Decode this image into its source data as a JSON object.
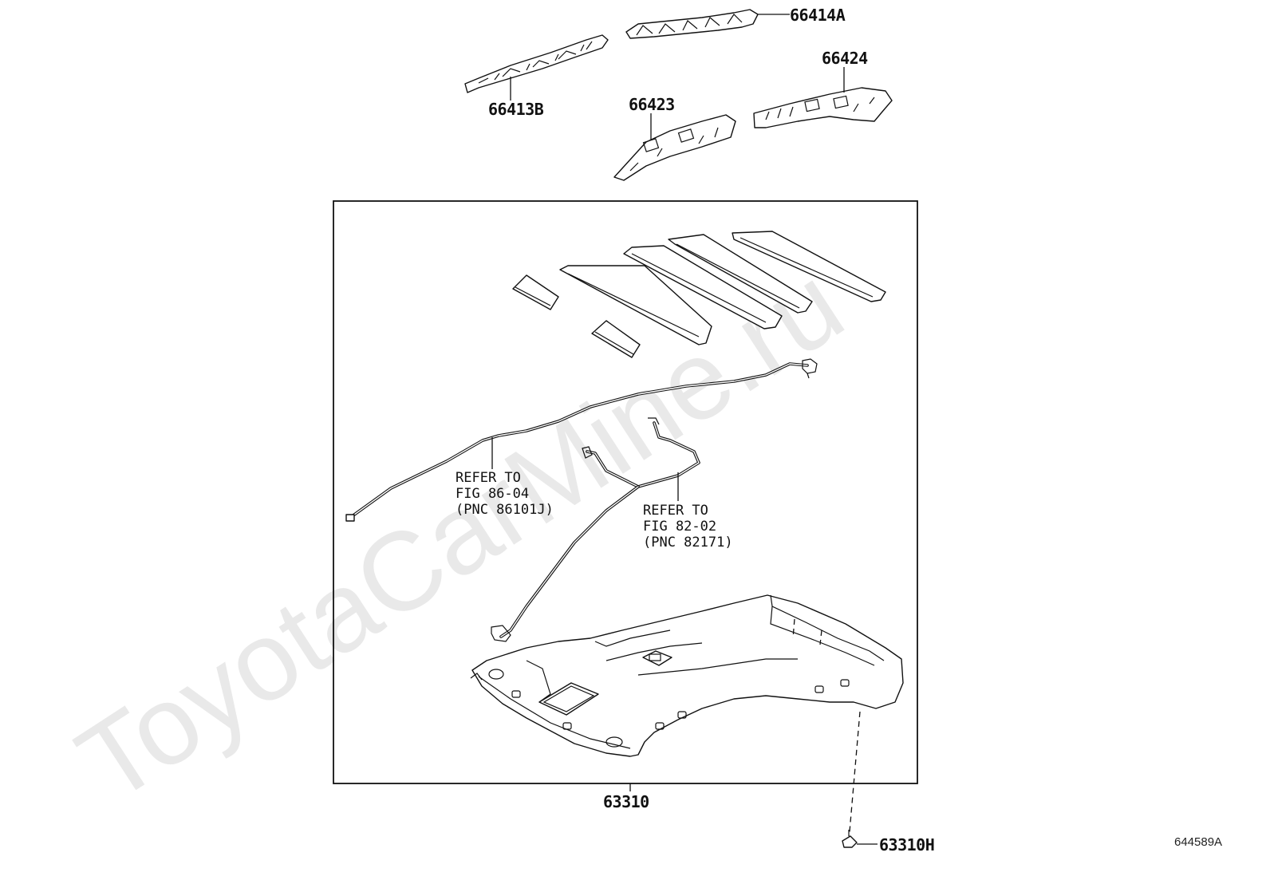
{
  "watermark": "ToyotaCarMine.ru",
  "diagram_code": "644589A",
  "parts": {
    "p66414A": "66414A",
    "p66424": "66424",
    "p66413B": "66413B",
    "p66423": "66423",
    "p63310": "63310",
    "p63310H": "63310H"
  },
  "notes": {
    "refer1": {
      "line1": "REFER TO",
      "line2": "FIG 86-04",
      "line3": "(PNC 86101J)"
    },
    "refer2": {
      "line1": "REFER TO",
      "line2": "FIG 82-02",
      "line3": "(PNC 82171)"
    }
  }
}
